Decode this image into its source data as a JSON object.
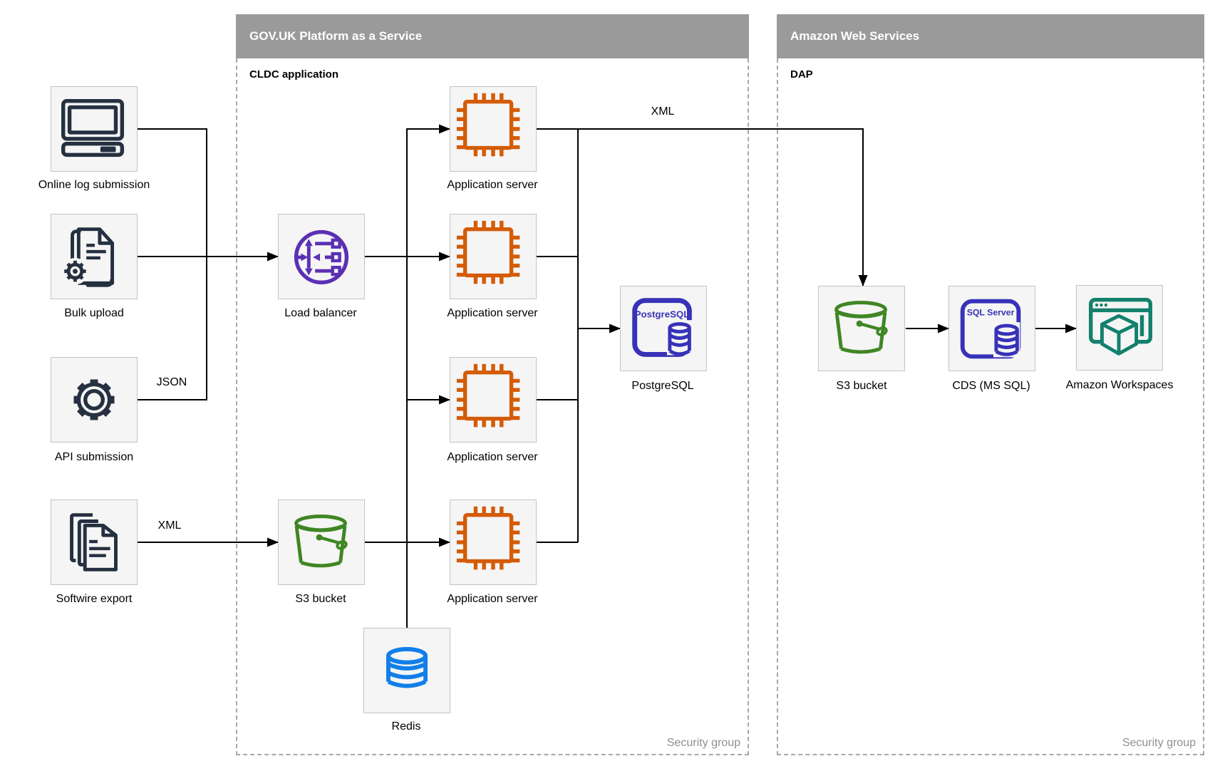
{
  "containers": {
    "paas": {
      "title": "GOV.UK Platform as a Service",
      "sublabel": "CLDC application",
      "footer": "Security group"
    },
    "aws": {
      "title": "Amazon Web Services",
      "sublabel": "DAP",
      "footer": "Security group"
    }
  },
  "nodes": {
    "online_log": {
      "label": "Online log submission"
    },
    "bulk_upload": {
      "label": "Bulk upload"
    },
    "api_submission": {
      "label": "API submission"
    },
    "softwire_export": {
      "label": "Softwire export"
    },
    "load_balancer": {
      "label": "Load balancer"
    },
    "app_server_1": {
      "label": "Application server"
    },
    "app_server_2": {
      "label": "Application server"
    },
    "app_server_3": {
      "label": "Application server"
    },
    "app_server_4": {
      "label": "Application server"
    },
    "postgresql": {
      "label": "PostgreSQL",
      "icon_text": "PostgreSQL"
    },
    "s3_paas": {
      "label": "S3 bucket"
    },
    "redis": {
      "label": "Redis"
    },
    "s3_aws": {
      "label": "S3 bucket"
    },
    "cds": {
      "label": "CDS (MS SQL)",
      "icon_text": "SQL Server"
    },
    "workspaces": {
      "label": "Amazon Workspaces"
    }
  },
  "edge_labels": {
    "json": "JSON",
    "xml_softwire": "XML",
    "xml_app_to_aws": "XML"
  },
  "colors": {
    "header_bar": "#9a9a9a",
    "header_text": "#ffffff",
    "container_dash": "#a8a8a8",
    "node_fill": "#f5f5f5",
    "node_border": "#c2c2c2",
    "edge": "#000000",
    "label_text": "#000000",
    "footer_text": "#8f8f8f",
    "navy": "#253040",
    "orange": "#d45b07",
    "purple": "#5a30b3",
    "indigo": "#3732b8",
    "green": "#3f8624",
    "blue": "#127fe8",
    "teal": "#12806c"
  }
}
